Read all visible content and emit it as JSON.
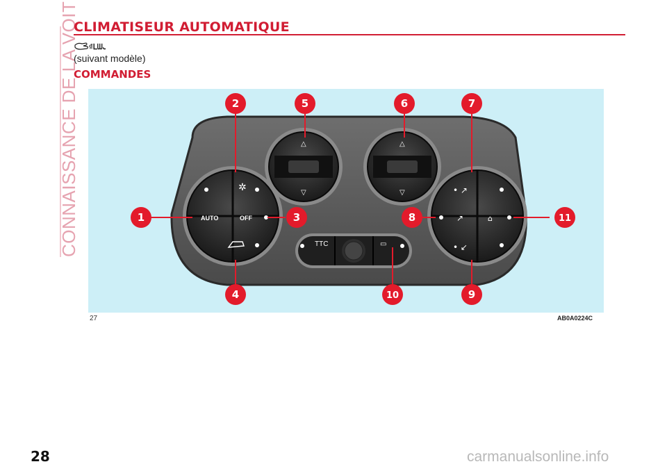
{
  "sidebar": {
    "chapter": "CONNAISSANCE DE LA VOITURE"
  },
  "header": {
    "title": "CLIMATISEUR AUTOMATIQUE"
  },
  "option_note": "(suivant modèle)",
  "section_title": "COMMANDES",
  "figure": {
    "number": "27",
    "code": "AB0A0224C",
    "button_labels": {
      "auto": "AUTO",
      "off": "OFF",
      "ttc": "TTC"
    },
    "callouts": [
      "1",
      "2",
      "3",
      "4",
      "5",
      "6",
      "7",
      "8",
      "9",
      "10",
      "11"
    ]
  },
  "colors": {
    "accent": "#d11d33",
    "figure_bg": "#cdeff7",
    "panel": "#5b5b5b"
  },
  "footer": {
    "page_number": "28",
    "watermark": "carmanualsonline.info"
  }
}
